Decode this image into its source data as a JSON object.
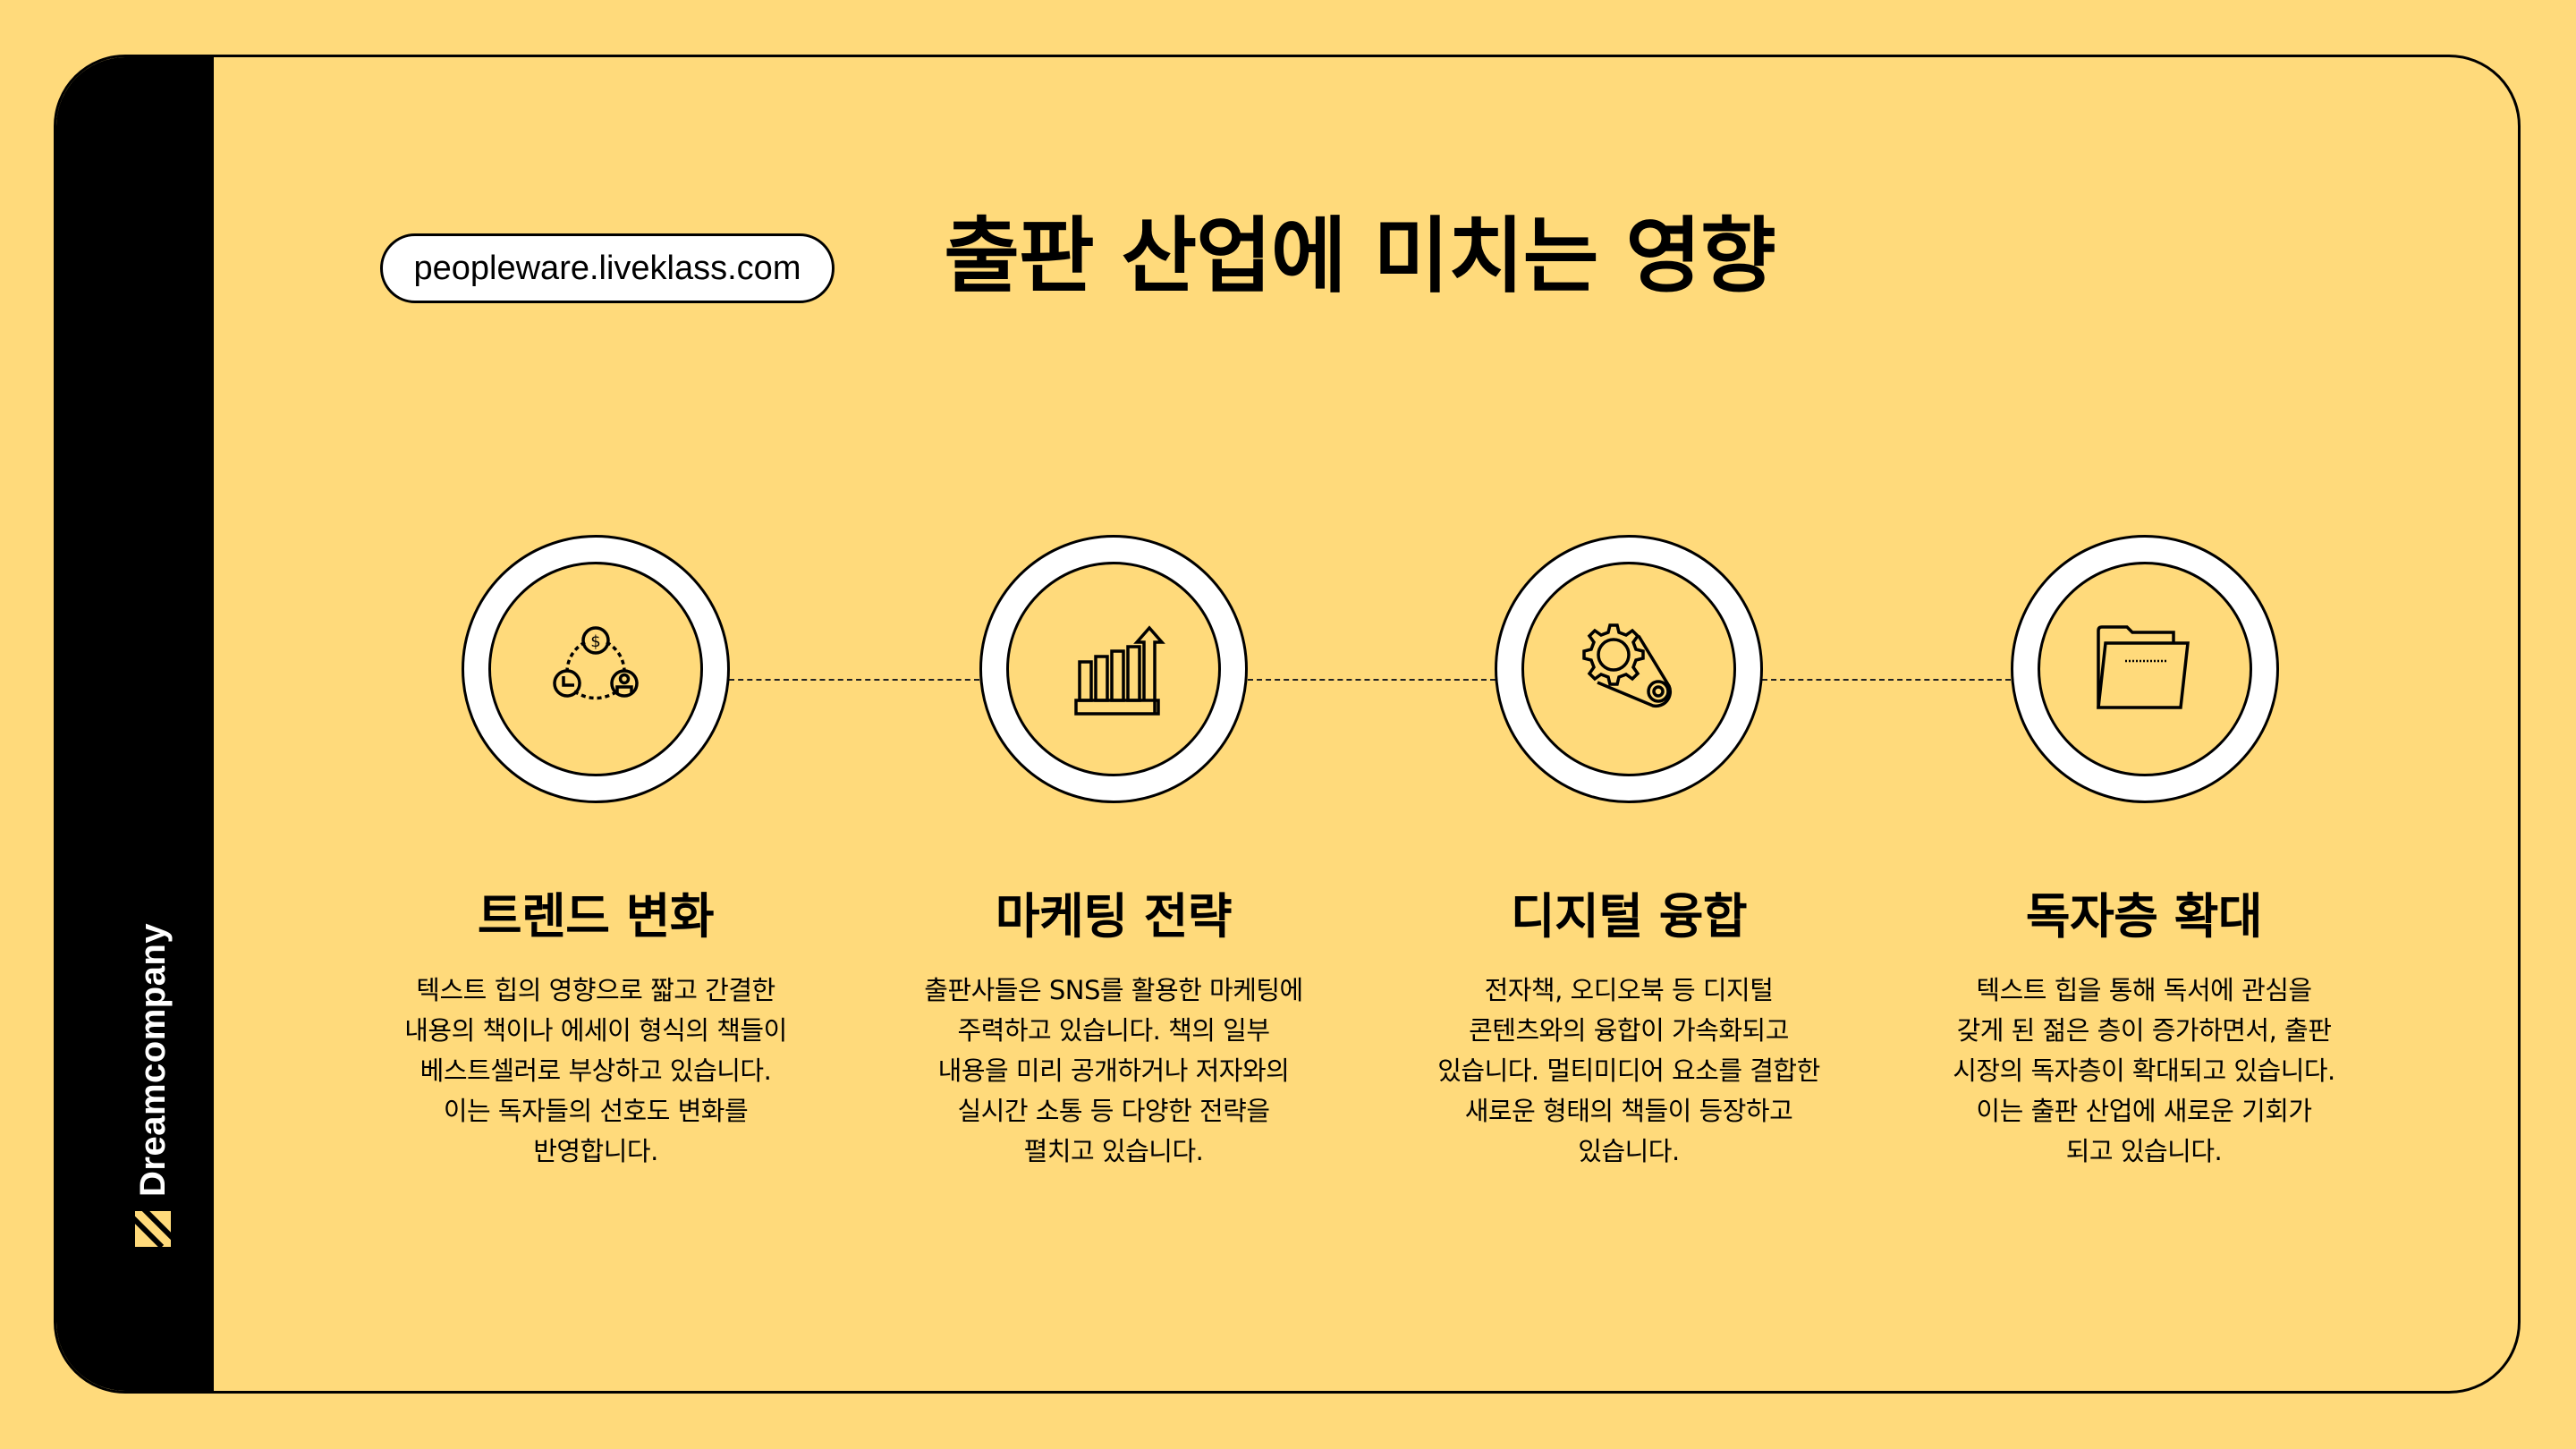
{
  "colors": {
    "background": "#FFDA7B",
    "sidebar": "#000000",
    "ring": "#FFFFFF",
    "text": "#000000",
    "accent_logo": "#FFDA7B"
  },
  "sidebar": {
    "brand_name": "Dreamcompany",
    "logo_icon": "striped-square-logo-icon"
  },
  "header": {
    "url": "peopleware.liveklass.com",
    "title": "출판 산업에 미치는 영향"
  },
  "items": [
    {
      "icon": "money-time-user-cycle-icon",
      "title": "트렌드 변화",
      "body": [
        "텍스트 힙의 영향으로 짧고 간결한",
        "내용의 책이나 에세이 형식의 책들이",
        "베스트셀러로 부상하고 있습니다.",
        "이는 독자들의 선호도 변화를",
        "반영합니다."
      ]
    },
    {
      "icon": "growth-bar-chart-icon",
      "title": "마케팅 전략",
      "body": [
        "출판사들은 SNS를 활용한 마케팅에",
        "주력하고 있습니다. 책의 일부",
        "내용을 미리 공개하거나 저자와의",
        "실시간 소통 등 다양한 전략을",
        "펼치고 있습니다."
      ]
    },
    {
      "icon": "gears-icon",
      "title": "디지털 융합",
      "body": [
        "전자책, 오디오북 등 디지털",
        "콘텐츠와의 융합이 가속화되고",
        "있습니다. 멀티미디어 요소를 결합한",
        "새로운 형태의 책들이 등장하고",
        "있습니다."
      ]
    },
    {
      "icon": "folder-icon",
      "title": "독자층 확대",
      "body": [
        "텍스트 힙을 통해 독서에 관심을",
        "갖게 된 젊은 층이 증가하면서, 출판",
        "시장의 독자층이 확대되고 있습니다.",
        "이는 출판 산업에 새로운 기회가",
        "되고 있습니다."
      ]
    }
  ]
}
